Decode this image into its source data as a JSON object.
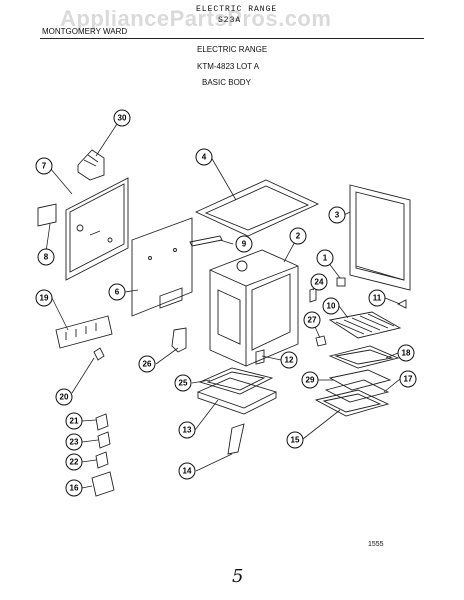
{
  "watermark": "AppliancePartsPros.com",
  "header": {
    "line1": "ELECTRIC RANGE",
    "line2": "S23A",
    "brand": "MONTGOMERY WARD",
    "title": "ELECTRIC RANGE",
    "model": "KTM-4823 LOT A",
    "section": "BASIC BODY"
  },
  "callouts": [
    {
      "id": "30"
    },
    {
      "id": "7"
    },
    {
      "id": "8"
    },
    {
      "id": "4"
    },
    {
      "id": "3"
    },
    {
      "id": "9"
    },
    {
      "id": "2"
    },
    {
      "id": "1"
    },
    {
      "id": "24"
    },
    {
      "id": "6"
    },
    {
      "id": "19"
    },
    {
      "id": "11"
    },
    {
      "id": "10"
    },
    {
      "id": "27"
    },
    {
      "id": "26"
    },
    {
      "id": "12"
    },
    {
      "id": "18"
    },
    {
      "id": "25"
    },
    {
      "id": "29"
    },
    {
      "id": "17"
    },
    {
      "id": "20"
    },
    {
      "id": "13"
    },
    {
      "id": "15"
    },
    {
      "id": "21"
    },
    {
      "id": "23"
    },
    {
      "id": "22"
    },
    {
      "id": "14"
    },
    {
      "id": "16"
    }
  ],
  "footer": {
    "figure_number": "1555",
    "page_number": "5"
  }
}
